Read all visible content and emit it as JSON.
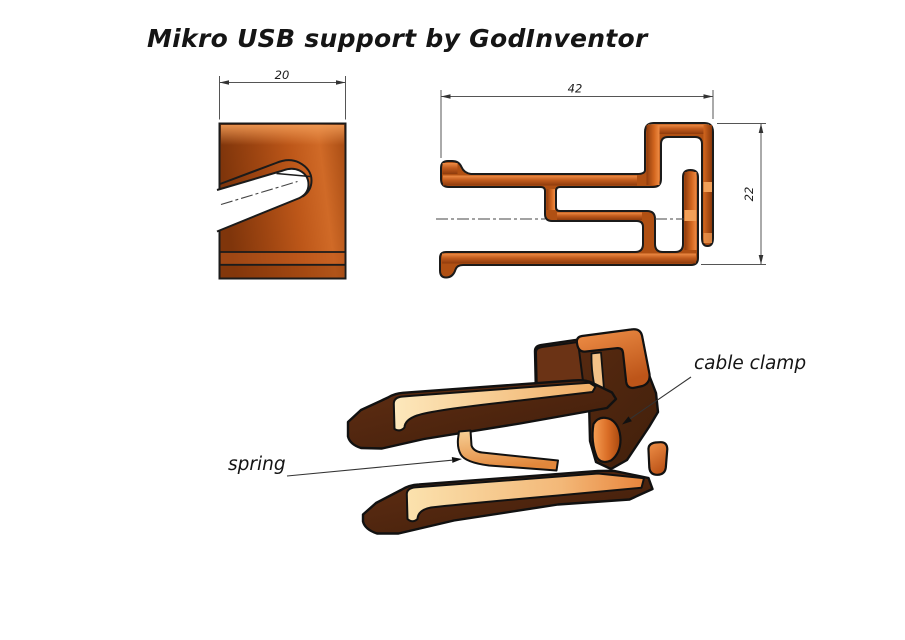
{
  "title": "Mikro USB support by GodInventor",
  "views": {
    "top_view": {
      "dim_width": "20"
    },
    "side_view": {
      "dim_length": "42",
      "dim_height": "22"
    }
  },
  "annotations": {
    "spring": "spring",
    "cable_clamp": "cable clamp"
  },
  "colors": {
    "copper_mid": "#b55318",
    "copper_dark": "#8a3a0c",
    "copper_light": "#ef8c45",
    "face_dark_brown": "#4a220d",
    "highlight_cream": "#fbe2b0",
    "outline": "#1b1b1b",
    "dimension_lines": "#555555",
    "background": "#ffffff"
  }
}
